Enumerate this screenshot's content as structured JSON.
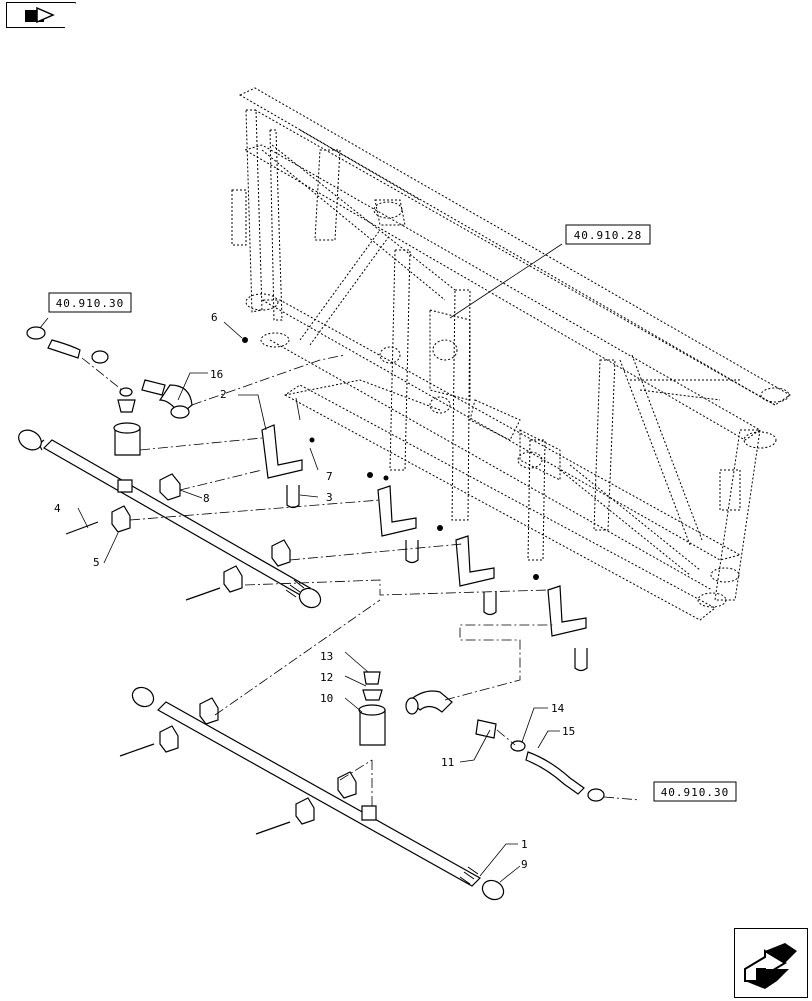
{
  "navigation": {
    "back_icon": "book-arrow-icon",
    "next_icon": "forward-arrow-icon"
  },
  "references": {
    "ref_top_left": "40.910.30",
    "ref_top_right": "40.910.28",
    "ref_bottom_right": "40.910.30"
  },
  "callouts": {
    "c1": "1",
    "c2": "2",
    "c3": "3",
    "c4": "4",
    "c5": "5",
    "c6": "6",
    "c7": "7",
    "c8": "8",
    "c9": "9",
    "c10": "10",
    "c11": "11",
    "c12": "12",
    "c13": "13",
    "c14": "14",
    "c15": "15",
    "c16": "16"
  }
}
